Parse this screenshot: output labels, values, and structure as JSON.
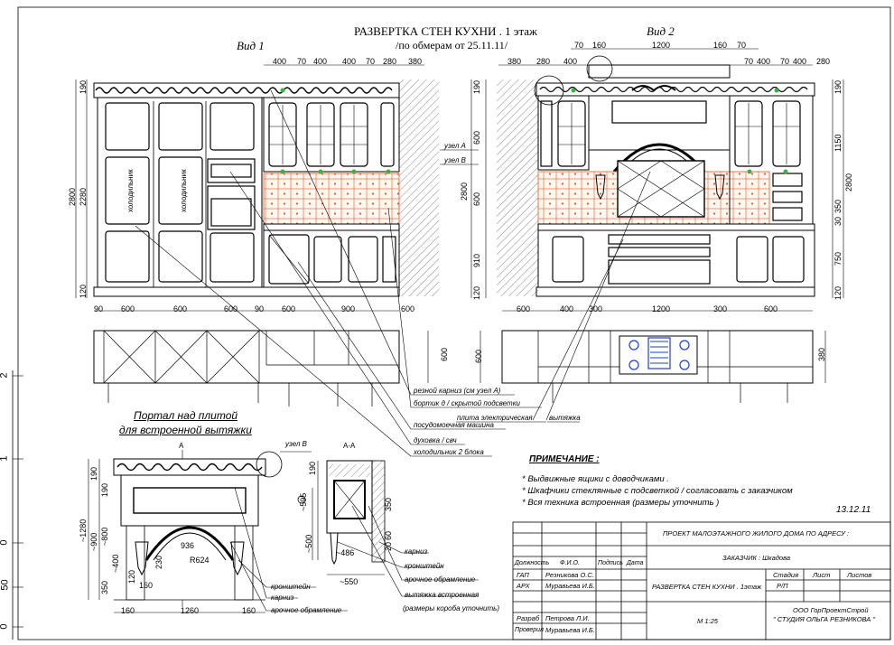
{
  "sheet": {
    "title": "РАЗВЕРТКА СТЕН   КУХНИ . 1 этаж",
    "subtitle": "/по обмерам от 25.11.11/",
    "view1": "Вид 1",
    "view2": "Вид 2",
    "date": "13.12.11"
  },
  "ruler": {
    "marks": [
      "2",
      "1",
      "0",
      "50",
      "0"
    ]
  },
  "view1_dims": {
    "top": [
      "400",
      "70",
      "400",
      "400",
      "70",
      "280",
      "380"
    ],
    "left_vertical": [
      "190",
      "2800",
      "2280",
      "120"
    ],
    "bottom": [
      "90",
      "600",
      "600",
      "600",
      "90",
      "600",
      "900",
      "600"
    ],
    "plan_depth": "600",
    "fridge_labels": [
      "холодильник",
      "холодильник"
    ]
  },
  "view2_dims": {
    "top_upper": [
      "70",
      "160",
      "1200",
      "160",
      "70"
    ],
    "top_lower": [
      "380",
      "280",
      "400",
      "70",
      "400",
      "70",
      "400",
      "280"
    ],
    "left_vertical": [
      "190",
      "600",
      "2800",
      "600",
      "910",
      "120"
    ],
    "right_vertical": [
      "190",
      "1150",
      "2800",
      "350",
      "30",
      "750",
      "120"
    ],
    "bottom": [
      "600",
      "400",
      "300",
      "1200",
      "300",
      "600"
    ],
    "plan_depth_left": "600",
    "plan_depth_right": "380",
    "node_a": "узел А",
    "node_b": "узел В"
  },
  "callouts": [
    "резной карниз (см узел А)",
    "бортик д / скрытой подсветки",
    "плита электрическая",
    "вытяжка",
    "посудомоечная машина",
    "духовка / свч",
    "холодильник  2 блока"
  ],
  "portal": {
    "title_line1": "Портал над плитой",
    "title_line2": "для встроенной вытяжки",
    "node_b": "узел В",
    "section": "А-А",
    "cut_mark": "А",
    "dims": {
      "left": [
        "190",
        "190",
        "~1280",
        "~900",
        "~800",
        "~400",
        "350"
      ],
      "bottom": [
        "160",
        "1260",
        "160"
      ],
      "inner": [
        "936",
        "R624",
        "160",
        "120",
        "230"
      ],
      "section": [
        "190",
        "~595",
        "~500",
        "~486",
        "~550",
        "350",
        "60",
        "20"
      ]
    },
    "labels_left": [
      "кронштейн",
      "карниз",
      "арочное обрамление"
    ],
    "labels_right": [
      "карниз",
      "кронштейн",
      "арочное обрамление",
      "вытяжка встроенная",
      "(размеры короба уточнить)"
    ]
  },
  "notes": {
    "heading": "ПРИМЕЧАНИЕ :",
    "items": [
      "*  Выдвижные  ящики  с   доводчиками  .",
      "*  Шкафчики  стеклянные  с   подсветкой    / согласовать  с  заказчиком",
      "*  Вся  техника  встроенная      (размеры  уточнить )"
    ]
  },
  "title_block": {
    "project": "ПРОЕКТ  МАЛОЭТАЖНОГО  ЖИЛОГО  ДОМА  ПО  АДРЕСУ  :",
    "customer": "ЗАКАЗЧИК :  Шкадова",
    "headers": {
      "position": "Должность",
      "name": "Ф.И.О.",
      "signature": "Подпись",
      "date": "Дата"
    },
    "rows": [
      {
        "position": "ГАП",
        "name": "Резникова О.С."
      },
      {
        "position": "АРХ",
        "name": "Муравьева И.Б."
      },
      {
        "position": "Разраб",
        "name": "Петрова Л.И."
      },
      {
        "position": "Проверил",
        "name": "Муравьева И.Б."
      }
    ],
    "sheet_name": "РАЗВЕРТКА  СТЕН  КУХНИ  .  1этаж",
    "stage_label": "Стадия",
    "sheet_label": "Лист",
    "sheets_label": "Листов",
    "stage": "Р/П",
    "scale": "М  1:25",
    "org_line1": "ООО  ГорПроектСтрой",
    "org_line2": "\" СТУДИЯ  ОЛЬГА  РЕЗНИКОВА \""
  }
}
